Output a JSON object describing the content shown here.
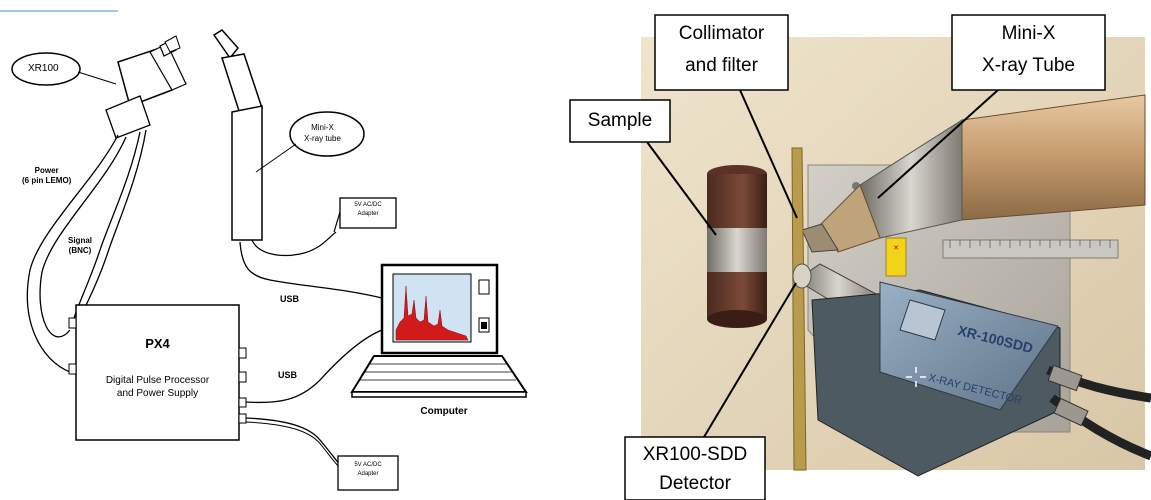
{
  "left_diagram": {
    "xr100": "XR100",
    "minix_tube_line1": "Mini-X",
    "minix_tube_line2": "X-ray tube",
    "adapter_top_line1": "5V AC/DC",
    "adapter_top_line2": "Adapter",
    "power_line1": "Power",
    "power_line2": "(6 pin LEMO)",
    "signal_line1": "Signal",
    "signal_line2": "(BNC)",
    "usb_upper": "USB",
    "usb_lower": "USB",
    "px4_title": "PX4",
    "px4_desc_line1": "Digital Pulse Processor",
    "px4_desc_line2": "and Power Supply",
    "computer": "Computer",
    "adapter_bottom_line1": "5V AC/DC",
    "adapter_bottom_line2": "Adapter"
  },
  "right_photo": {
    "sample": "Sample",
    "collimator_line1": "Collimator",
    "collimator_line2": "and filter",
    "minix_line1": "Mini-X",
    "minix_line2": "X-ray Tube",
    "detector_line1": "XR100-SDD",
    "detector_line2": "Detector",
    "detector_label_text": "XR-100SDD",
    "detector_sub_text": "X-RAY DETECTOR"
  },
  "colors": {
    "spectrum": "#d11a1a",
    "laptop_screen_bg": "#cfe3f2",
    "photo_background": "#e9dcc3"
  }
}
